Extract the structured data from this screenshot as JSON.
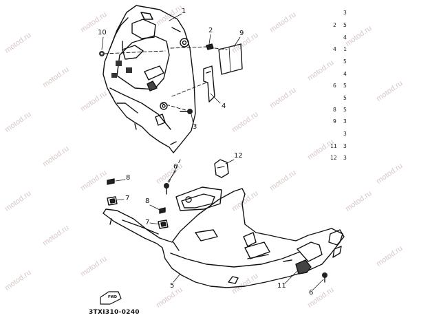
{
  "watermark": "motod.ru",
  "diagram_code": "3TXI310-0240",
  "forward_marker": "FWD",
  "callouts": [
    "1",
    "2",
    "9",
    "10",
    "4",
    "3",
    "12",
    "6",
    "8",
    "7",
    "8",
    "7",
    "5",
    "11",
    "6"
  ],
  "side_numbers": {
    "left": [
      "2",
      "4",
      "6",
      "8",
      "9",
      "11",
      "12"
    ],
    "right": [
      "3",
      "5",
      "4",
      "1",
      "5",
      "4",
      "5",
      "5",
      "5",
      "3",
      "3",
      "3",
      "3"
    ]
  }
}
